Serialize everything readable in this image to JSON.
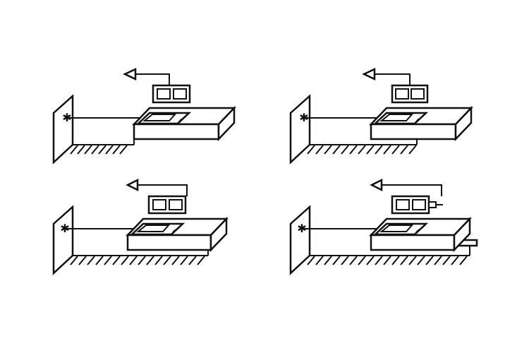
{
  "colors": {
    "background": "#ffffff",
    "ink": "#111111"
  },
  "panels": [
    {
      "id": "top-left",
      "variant": "ledge-short"
    },
    {
      "id": "top-right",
      "variant": "ledge-long"
    },
    {
      "id": "bottom-left",
      "variant": "flat-ground"
    },
    {
      "id": "bottom-right",
      "variant": "flat-ground-with-probe"
    }
  ]
}
